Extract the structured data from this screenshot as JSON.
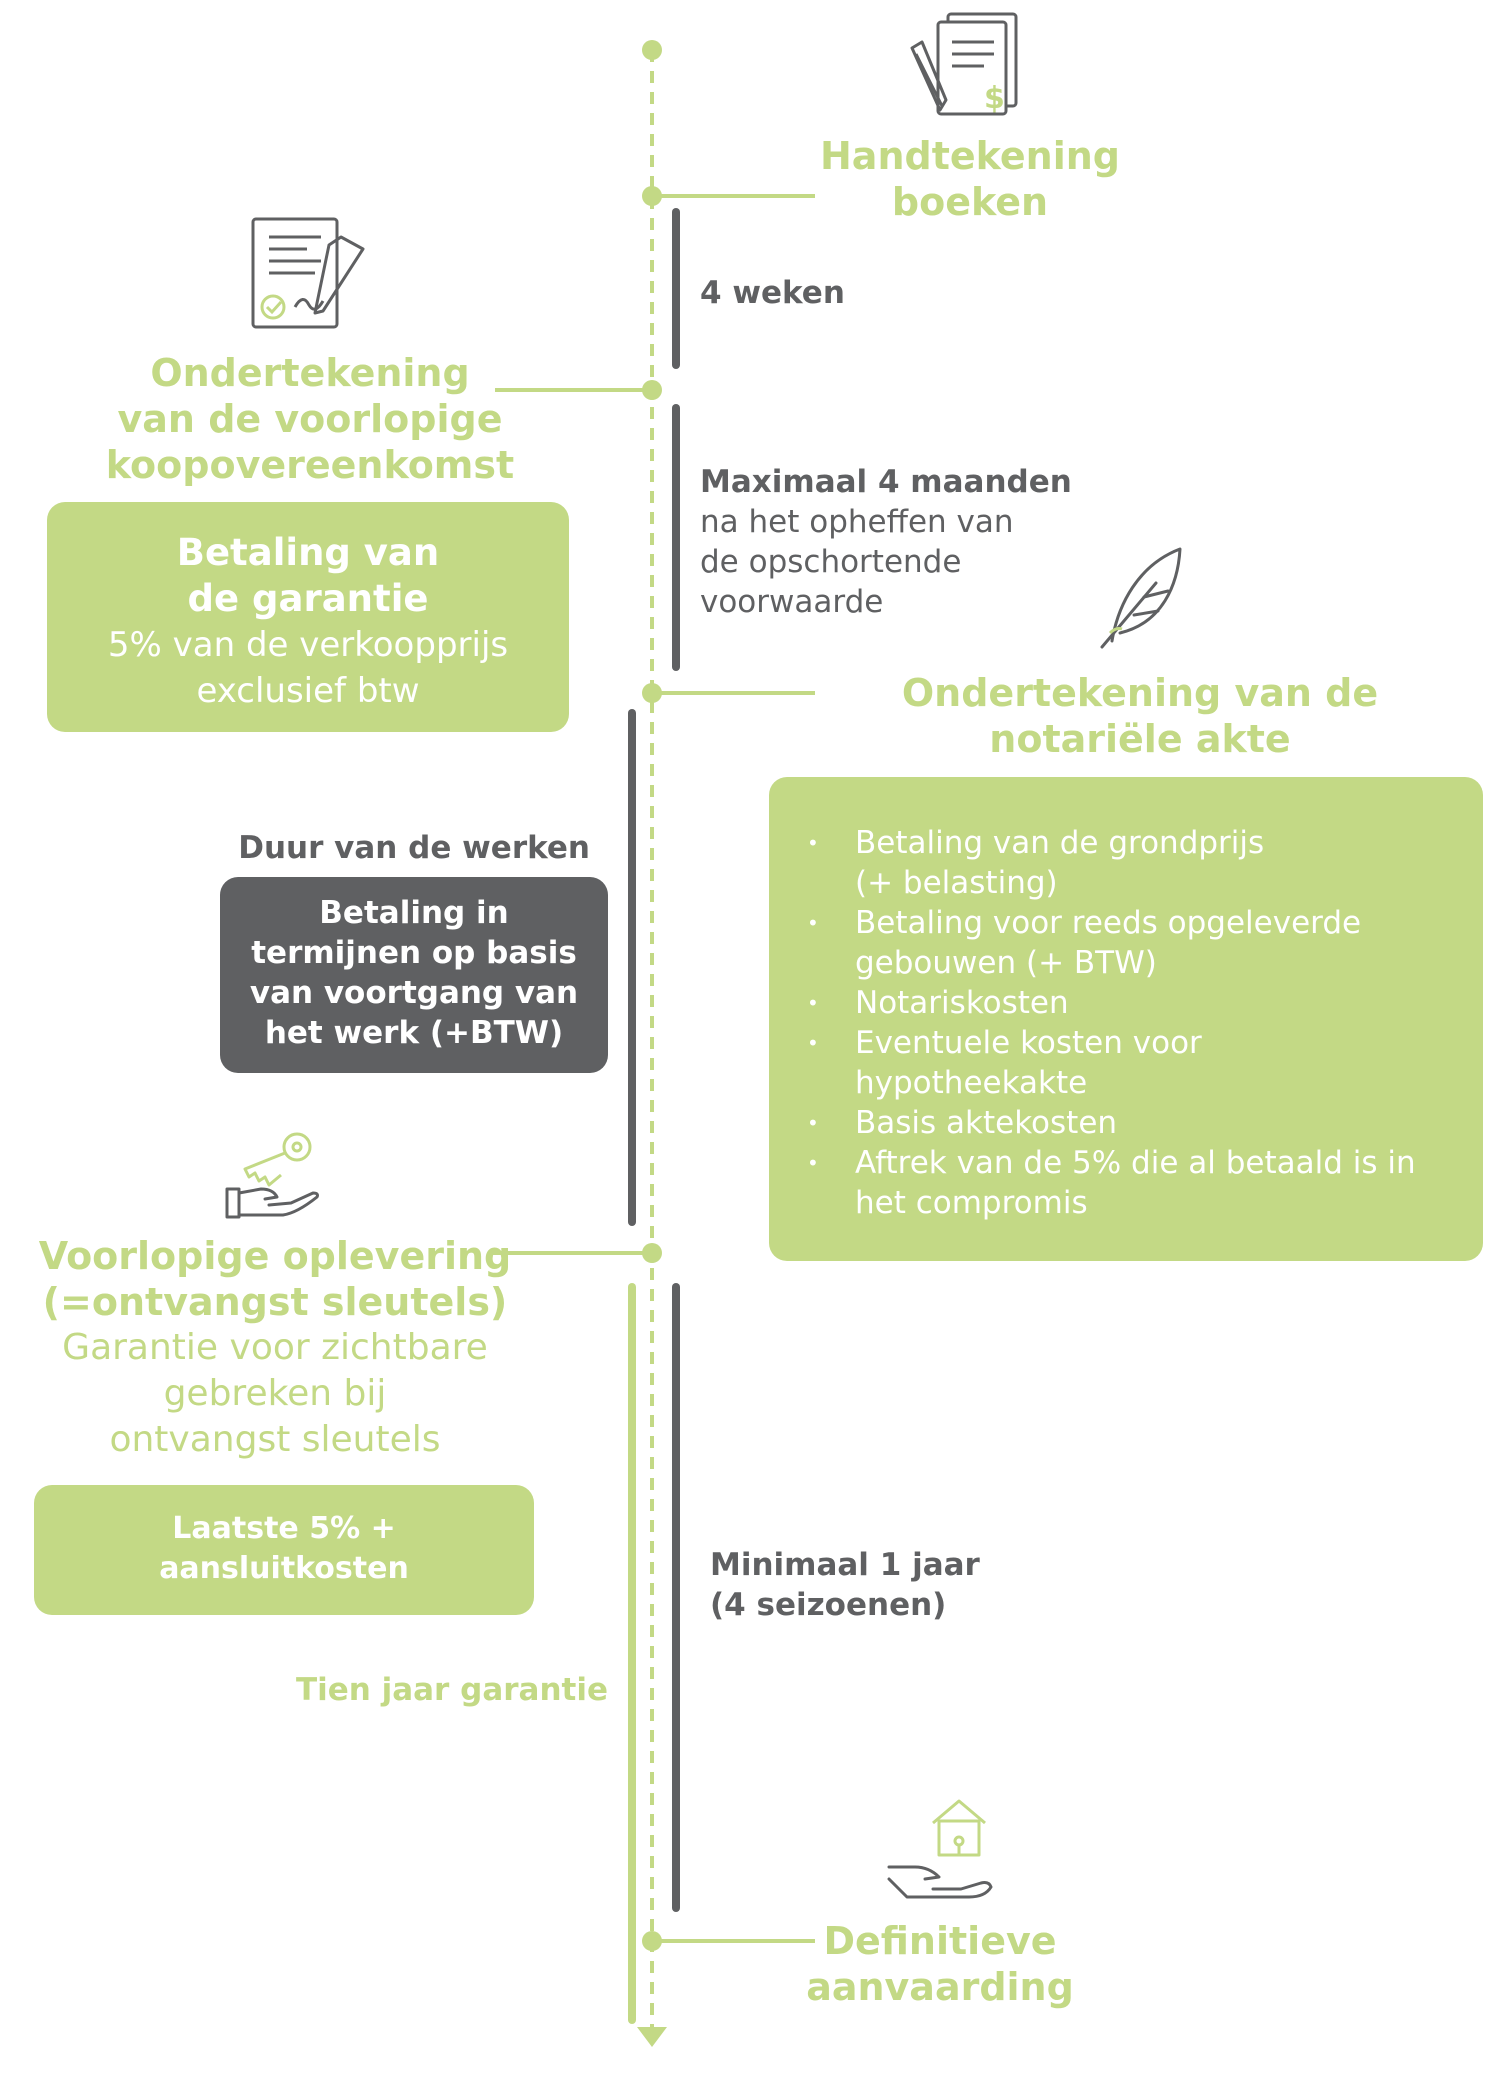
{
  "steps": {
    "handtekening": {
      "line1": "Handtekening",
      "line2": "boeken"
    },
    "voorlopige_koop": {
      "line1": "Ondertekening",
      "line2": "van de voorlopige",
      "line3": "koopovereenkomst"
    },
    "notariele_akte": {
      "line1": "Ondertekening van de",
      "line2": "notariële akte"
    },
    "voorlopige_oplevering": {
      "line1": "Voorlopige oplevering",
      "line2": "(=ontvangst sleutels)",
      "sub1": "Garantie voor zichtbare",
      "sub2": "gebreken bij",
      "sub3": "ontvangst sleutels"
    },
    "definitieve": {
      "line1": "Definitieve",
      "line2": "aanvaarding"
    }
  },
  "durations": {
    "four_weeks": "4 weken",
    "max_four_months": {
      "bold": "Maximaal 4 maanden",
      "l1": "na het opheffen van",
      "l2": "de opschortende",
      "l3": "voorwaarde"
    },
    "works": "Duur van de werken",
    "min_one_year": {
      "l1": "Minimaal 1 jaar",
      "l2": "(4 seizoenen)"
    },
    "ten_year": "Tien jaar garantie"
  },
  "boxes": {
    "garantie": {
      "l1": "Betaling van",
      "l2": "de garantie",
      "l3": "5% van de verkoopprijs",
      "l4": "exclusief btw"
    },
    "termijnen": {
      "l1": "Betaling in",
      "l2": "termijnen op basis",
      "l3": "van voortgang van",
      "l4": "het werk (+BTW)"
    },
    "laatste": {
      "l1": "Laatste 5% +",
      "l2": "aansluitkosten"
    },
    "akte_items": [
      {
        "l1": "Betaling van de grondprijs",
        "l2": "(+ belasting)"
      },
      {
        "l1": "Betaling voor reeds opgeleverde",
        "l2": "gebouwen (+ BTW)"
      },
      {
        "l1": "Notariskosten",
        "l2": ""
      },
      {
        "l1": "Eventuele kosten voor",
        "l2": "hypotheekakte"
      },
      {
        "l1": "Basis aktekosten",
        "l2": ""
      },
      {
        "l1": "Aftrek van de 5% die al betaald is in",
        "l2": "het compromis"
      }
    ]
  },
  "colors": {
    "green": "#c3d985",
    "gray": "#5f6062",
    "white": "#ffffff"
  },
  "icons": [
    "documents-pen-dollar-icon",
    "contract-signature-icon",
    "quill-feather-icon",
    "hand-key-icon",
    "hand-house-icon"
  ]
}
